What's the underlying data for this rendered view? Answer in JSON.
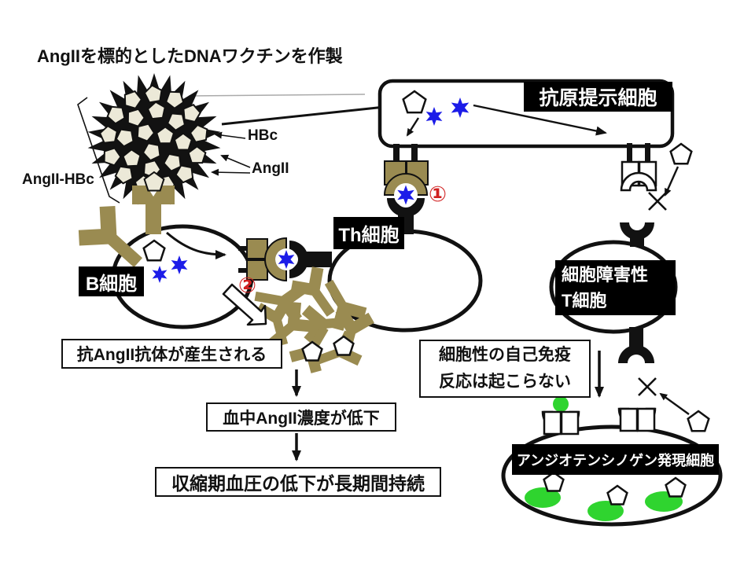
{
  "colors": {
    "ink": "#121212",
    "tan": "#9a8b51",
    "blue": "#1c1ce8",
    "green": "#2fd42f",
    "cream": "#ece9d8",
    "red": "#d02020"
  },
  "title": "AngIIを標的としたDNAワクチンを作製",
  "vaccine": {
    "particle_label": "AngII-HBc",
    "hbc_label": "HBc",
    "angii_label": "AngII"
  },
  "cells": {
    "b_cell": "B細胞",
    "th_cell": "Th細胞",
    "apc": "抗原提示細胞",
    "ctl_line1": "細胞障害性",
    "ctl_line2": "T細胞",
    "angiotensinogen_cell": "アンジオテンシノゲン発現細胞"
  },
  "steps": {
    "step1": "①",
    "step2": "②"
  },
  "callouts": {
    "no_autoimmune_line1": "細胞性の自己免疫",
    "no_autoimmune_line2": "反応は起こらない"
  },
  "flow": {
    "box1": "抗AngII抗体が産生される",
    "box2": "血中AngII濃度が低下",
    "box3": "収縮期血圧の低下が長期間持続"
  },
  "icons": {
    "pentagon": "angii-antigen",
    "star": "hbc-peptide",
    "antibody": "anti-angii-antibody",
    "virus": "angii-hbc-virus-like-particle"
  }
}
